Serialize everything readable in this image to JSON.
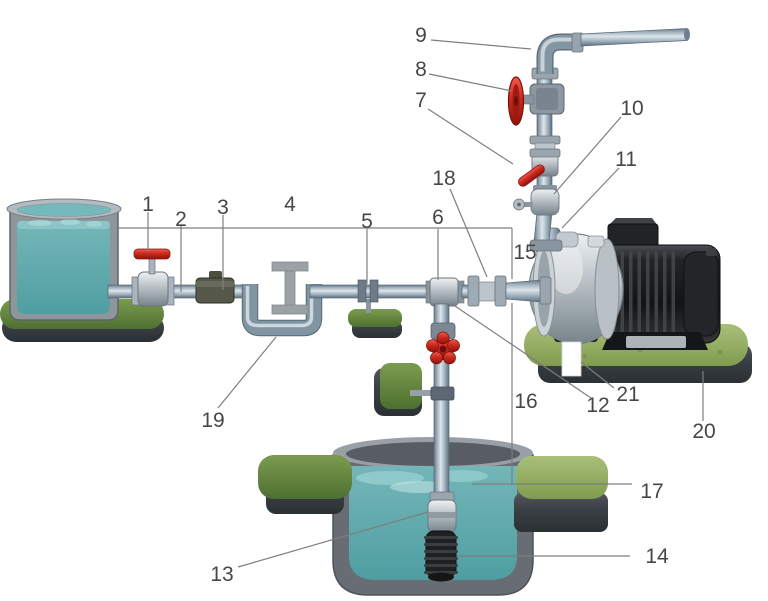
{
  "diagram": {
    "type": "pump-installation-cutaway-diagram",
    "background": "#ffffff",
    "colors": {
      "water": "#5fa9ac",
      "grass_dark": "#5d7f3c",
      "grass_light": "#93aa5e",
      "pipe": "#8fa2ae",
      "pipe_highlight": "#d6dfe5",
      "metal_silver": "#c2c9cd",
      "motor_black": "#1b1d1f",
      "base_gray": "#3a3f43",
      "valve_red": "#c9271c",
      "label_text": "#474747",
      "leader_line": "#7e7e7e"
    },
    "labels": [
      {
        "text": "1"
      },
      {
        "text": "2"
      },
      {
        "text": "3"
      },
      {
        "text": "4"
      },
      {
        "text": "5"
      },
      {
        "text": "6"
      },
      {
        "text": "7"
      },
      {
        "text": "8"
      },
      {
        "text": "9"
      },
      {
        "text": "10"
      },
      {
        "text": "11"
      },
      {
        "text": "12"
      },
      {
        "text": "13"
      },
      {
        "text": "14"
      },
      {
        "text": "15"
      },
      {
        "text": "16"
      },
      {
        "text": "17"
      },
      {
        "text": "18"
      },
      {
        "text": "19"
      },
      {
        "text": "20"
      },
      {
        "text": "21"
      }
    ]
  }
}
